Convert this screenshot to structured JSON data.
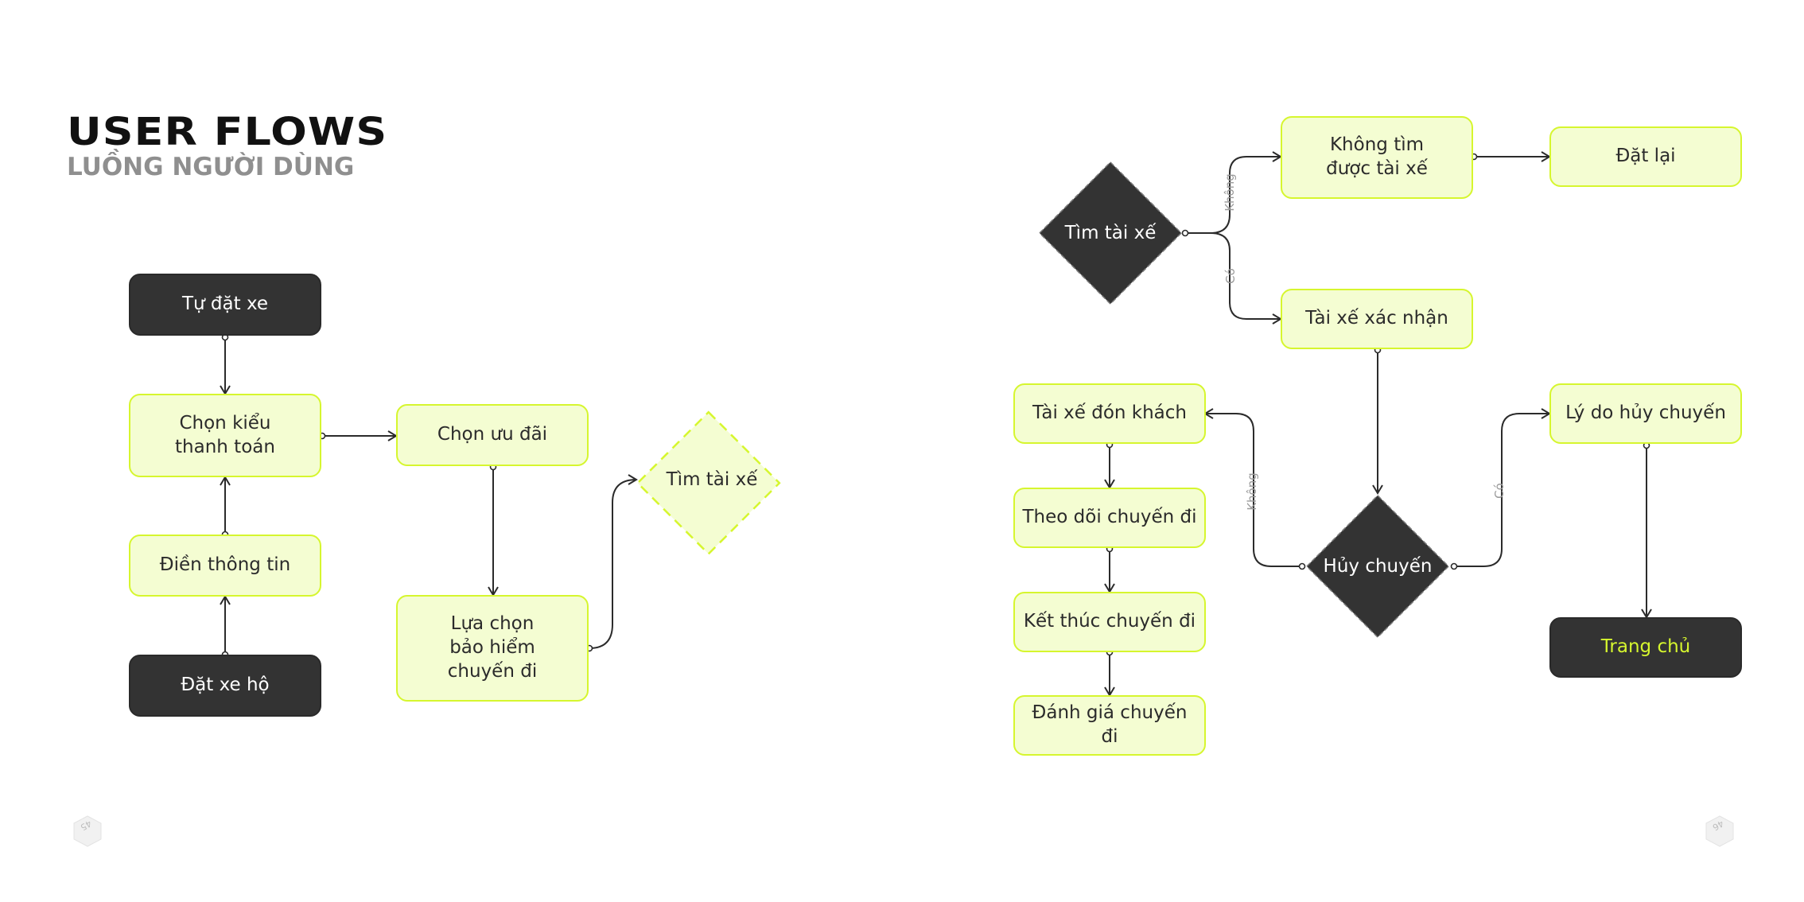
{
  "header": {
    "title": "USER FLOWS",
    "subtitle": "LUỒNG NGƯỜI DÙNG"
  },
  "colors": {
    "accent": "#d6f62e",
    "light_fill": "#f4fdd2",
    "dark_fill": "#333333",
    "line": "#2b2b2b"
  },
  "left_flow": {
    "tu_dat_xe": "Tự đặt xe",
    "chon_kieu_thanh_toan": "Chọn kiểu thanh toán",
    "dien_thong_tin": "Điền thông tin",
    "dat_xe_ho": "Đặt xe hộ",
    "chon_uu_dai": "Chọn ưu đãi",
    "lua_chon_bao_hiem": "Lựa chọn bảo hiểm chuyến đi",
    "tim_tai_xe": "Tìm tài xế"
  },
  "right_flow": {
    "tim_tai_xe": "Tìm tài xế",
    "khong_tim_duoc": "Không tìm được tài xế",
    "dat_lai": "Đặt lại",
    "tai_xe_xac_nhan": "Tài xế xác nhận",
    "huy_chuyen": "Hủy chuyến",
    "ly_do_huy": "Lý do hủy chuyến",
    "trang_chu": "Trang chủ",
    "tai_xe_don_khach": "Tài xế đón khách",
    "theo_doi": "Theo dõi chuyến đi",
    "ket_thuc": "Kết thúc chuyến đi",
    "danh_gia": "Đánh giá chuyến đi",
    "label_khong_1": "Không",
    "label_co_1": "Có",
    "label_khong_2": "Không",
    "label_co_2": "Có"
  },
  "page_numbers": {
    "left": "45",
    "right": "46"
  }
}
